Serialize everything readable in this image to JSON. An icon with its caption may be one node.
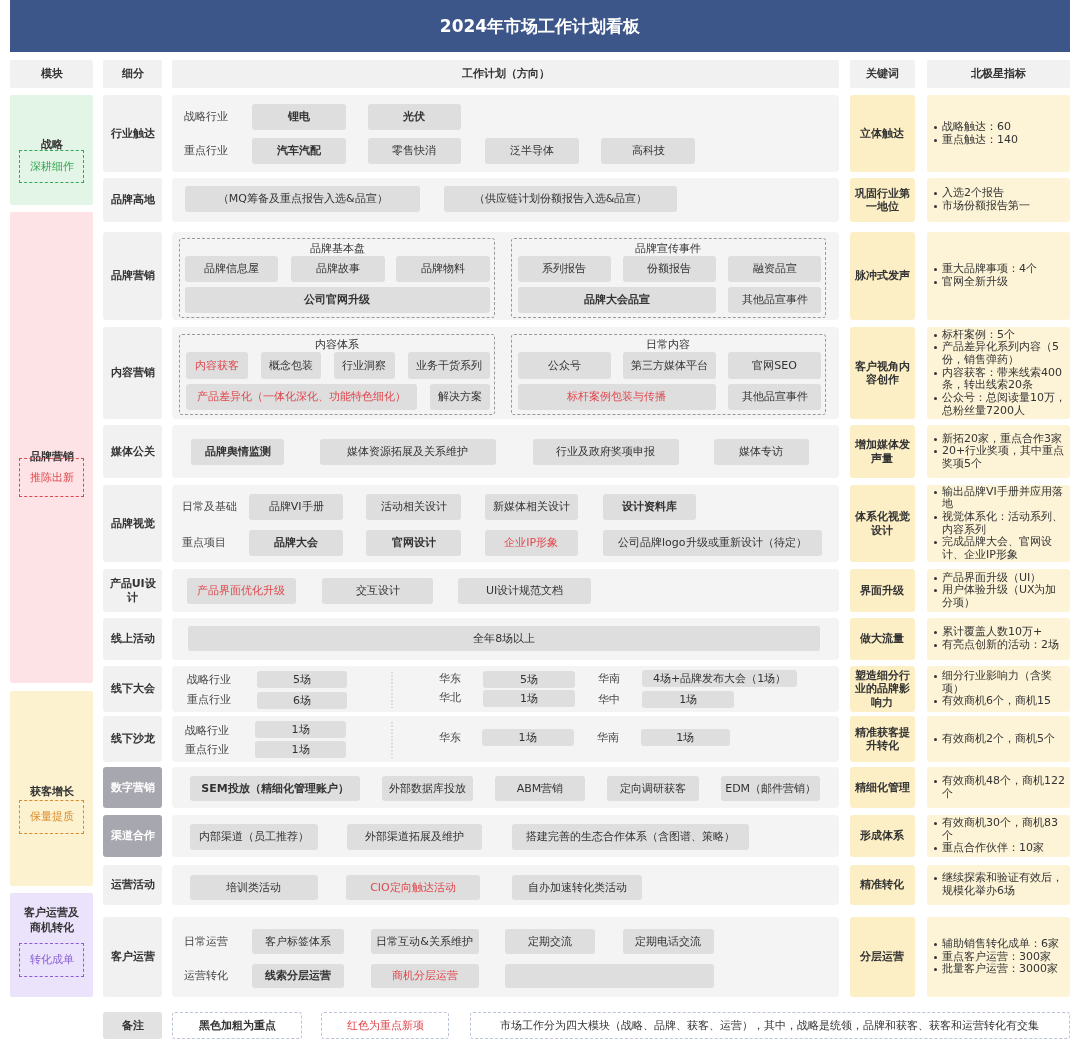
{
  "diagram": {
    "title": "2024年市场工作计划看板",
    "nodes": [
      {
        "text": [
          "模块"
        ]
      },
      {
        "text": [
          "细分"
        ]
      },
      {
        "text": [
          "工作计划（方向）"
        ]
      },
      {
        "text": [
          "关键词"
        ]
      },
      {
        "text": [
          "北极星指标"
        ]
      },
      {
        "text": [
          "战略"
        ]
      },
      {
        "text": [
          "深耕细作"
        ],
        "in": 5
      },
      {
        "text": [
          "行业触达"
        ]
      },
      {
        "text": [],
        "shape": "box"
      },
      {
        "text": [
          "锂电"
        ],
        "in": 8
      },
      {
        "text": [
          "光伏"
        ],
        "in": 8
      },
      {
        "text": [
          "汽车汽配"
        ],
        "in": 8
      },
      {
        "text": [
          "零售快消"
        ],
        "in": 8
      },
      {
        "text": [
          "泛半导体"
        ],
        "in": 8
      },
      {
        "text": [
          "高科技"
        ],
        "in": 8
      },
      {
        "text": [
          "立体触达"
        ]
      },
      {
        "text": [
          "战略触达：60",
          "重点触达：140"
        ]
      },
      {
        "text": [
          "品牌高地"
        ]
      },
      {
        "text": [],
        "shape": "box"
      },
      {
        "text": [
          "（MQ筹备及重点报告入选&品宣）"
        ],
        "in": 18
      },
      {
        "text": [
          "（供应链计划份额报告入选&品宣）"
        ],
        "in": 18
      },
      {
        "text": [
          "巩固行业第一地位"
        ]
      },
      {
        "text": [
          "入选2个报告",
          "市场份额报告第一"
        ]
      },
      {
        "text": [
          "品牌营销"
        ]
      },
      {
        "text": [
          "推陈出新"
        ],
        "in": 23
      },
      {
        "text": [
          "品牌营销"
        ]
      },
      {
        "text": [],
        "shape": "box"
      },
      {
        "text": [
          "品牌基本盘"
        ],
        "in": 26
      },
      {
        "text": [
          "品牌信息屋"
        ],
        "in": 27
      },
      {
        "text": [
          "品牌故事"
        ],
        "in": 27
      },
      {
        "text": [
          "品牌物料"
        ],
        "in": 27
      },
      {
        "text": [
          "公司官网升级"
        ],
        "in": 27
      },
      {
        "text": [
          "品牌宣传事件"
        ],
        "in": 26
      },
      {
        "text": [
          "系列报告"
        ],
        "in": 32
      },
      {
        "text": [
          "份额报告"
        ],
        "in": 32
      },
      {
        "text": [
          "融资品宣"
        ],
        "in": 32
      },
      {
        "text": [
          "品牌大会品宣"
        ],
        "in": 32
      },
      {
        "text": [
          "其他品宣事件"
        ],
        "in": 32
      },
      {
        "text": [
          "脉冲式发声"
        ]
      },
      {
        "text": [
          "重大品牌事项：4个",
          "官网全新升级"
        ]
      },
      {
        "text": [
          "内容营销"
        ]
      },
      {
        "text": [],
        "shape": "box"
      },
      {
        "text": [
          "内容体系"
        ],
        "in": 41
      },
      {
        "text": [
          "内容获客"
        ],
        "in": 42
      },
      {
        "text": [
          "概念包装"
        ],
        "in": 42
      },
      {
        "text": [
          "行业洞察"
        ],
        "in": 42
      },
      {
        "text": [
          "业务干货系列"
        ],
        "in": 42
      },
      {
        "text": [
          "产品差异化（一体化深化、功能特色细化）"
        ],
        "in": 42
      },
      {
        "text": [
          "解决方案"
        ],
        "in": 42
      },
      {
        "text": [
          "日常内容"
        ],
        "in": 41
      },
      {
        "text": [
          "公众号"
        ],
        "in": 49
      },
      {
        "text": [
          "第三方媒体平台"
        ],
        "in": 49
      },
      {
        "text": [
          "官网SEO"
        ],
        "in": 49
      },
      {
        "text": [
          "标杆案例包装与传播"
        ],
        "in": 49
      },
      {
        "text": [
          "其他品宣事件"
        ],
        "in": 49
      },
      {
        "text": [
          "客户视角内容创作"
        ]
      },
      {
        "text": [
          "标杆案例：5个",
          "产品差异化系列内容（5份，销售弹药）",
          "内容获客：带来线索400条，转出线索20条",
          "公众号：总阅读量10万，总粉丝量7200人"
        ]
      },
      {
        "text": [
          "媒体公关"
        ]
      },
      {
        "text": [],
        "shape": "box"
      },
      {
        "text": [
          "品牌舆情监测"
        ],
        "in": 58
      },
      {
        "text": [
          "媒体资源拓展及关系维护"
        ],
        "in": 58
      },
      {
        "text": [
          "行业及政府奖项申报"
        ],
        "in": 58
      },
      {
        "text": [
          "媒体专访"
        ],
        "in": 58
      },
      {
        "text": [
          "增加媒体发声量"
        ]
      },
      {
        "text": [
          "新拓20家，重点合作3家",
          "20+行业奖项，其中重点奖项5个"
        ]
      },
      {
        "text": [
          "品牌视觉"
        ]
      },
      {
        "text": [],
        "shape": "box"
      },
      {
        "text": [
          "品牌VI手册"
        ],
        "in": 66
      },
      {
        "text": [
          "活动相关设计"
        ],
        "in": 66
      },
      {
        "text": [
          "新媒体相关设计"
        ],
        "in": 66
      },
      {
        "text": [
          "设计资料库"
        ],
        "in": 66
      },
      {
        "text": [
          "品牌大会"
        ],
        "in": 66
      },
      {
        "text": [
          "官网设计"
        ],
        "in": 66
      },
      {
        "text": [
          "企业IP形象"
        ],
        "in": 66
      },
      {
        "text": [
          "公司品牌logo升级或重新设计（待定）"
        ],
        "in": 66
      },
      {
        "text": [
          "体系化视觉设计"
        ]
      },
      {
        "text": [
          "输出品牌VI手册并应用落地",
          "视觉体系化：活动系列、内容系列",
          "完成品牌大会、官网设计、企业IP形象"
        ]
      },
      {
        "text": [
          "产品UI设计"
        ]
      },
      {
        "text": [],
        "shape": "box"
      },
      {
        "text": [
          "产品界面优化升级"
        ],
        "in": 78
      },
      {
        "text": [
          "交互设计"
        ],
        "in": 78
      },
      {
        "text": [
          "UI设计规范文档"
        ],
        "in": 78
      },
      {
        "text": [
          "界面升级"
        ]
      },
      {
        "text": [
          "产品界面升级（UI）",
          "用户体验升级（UX为加分项）"
        ]
      },
      {
        "text": [
          "线上活动"
        ]
      },
      {
        "text": [],
        "shape": "box"
      },
      {
        "text": [
          "全年8场以上"
        ],
        "in": 85
      },
      {
        "text": [
          "做大流量"
        ]
      },
      {
        "text": [
          "累计覆盖人数10万+",
          "有亮点创新的活动：2场"
        ]
      },
      {
        "text": [
          "线下大会"
        ]
      },
      {
        "text": [],
        "shape": "box"
      },
      {
        "text": [
          "5场"
        ],
        "in": 90
      },
      {
        "text": [
          "5场"
        ],
        "in": 90
      },
      {
        "text": [
          "4场+品牌发布大会（1场）"
        ],
        "in": 90
      },
      {
        "text": [
          "6场"
        ],
        "in": 90
      },
      {
        "text": [
          "1场"
        ],
        "in": 90
      },
      {
        "text": [
          "1场"
        ],
        "in": 90
      },
      {
        "text": [
          "塑造细分行业的品牌影响力"
        ]
      },
      {
        "text": [
          "细分行业影响力（含奖项）",
          "有效商机6个，商机15"
        ]
      },
      {
        "text": [
          "线下沙龙"
        ]
      },
      {
        "text": [],
        "shape": "box"
      },
      {
        "text": [
          "1场"
        ],
        "in": 100
      },
      {
        "text": [
          "1场"
        ],
        "in": 100
      },
      {
        "text": [
          "1场"
        ],
        "in": 100
      },
      {
        "text": [
          "1场"
        ],
        "in": 100
      },
      {
        "text": [
          "精准获客提升转化"
        ]
      },
      {
        "text": [
          "有效商机2个，商机5个"
        ]
      },
      {
        "text": [
          "获客增长"
        ]
      },
      {
        "text": [
          "保量提质"
        ],
        "in": 107
      },
      {
        "text": [
          "数字营销"
        ]
      },
      {
        "text": [],
        "shape": "box"
      },
      {
        "text": [
          "SEM投放（精细化管理账户）"
        ],
        "in": 110
      },
      {
        "text": [
          "外部数据库投放"
        ],
        "in": 110
      },
      {
        "text": [
          "ABM营销"
        ],
        "in": 110
      },
      {
        "text": [
          "定向调研获客"
        ],
        "in": 110
      },
      {
        "text": [
          "EDM（邮件营销）"
        ],
        "in": 110
      },
      {
        "text": [
          "精细化管理"
        ]
      },
      {
        "text": [
          "有效商机48个，商机122个"
        ]
      },
      {
        "text": [
          "渠道合作"
        ]
      },
      {
        "text": [],
        "shape": "box"
      },
      {
        "text": [
          "内部渠道（员工推荐）"
        ],
        "in": 119
      },
      {
        "text": [
          "外部渠道拓展及维护"
        ],
        "in": 119
      },
      {
        "text": [
          "搭建完善的生态合作体系（含图谱、策略）"
        ],
        "in": 119
      },
      {
        "text": [
          "形成体系"
        ]
      },
      {
        "text": [
          "有效商机30个，商机83个",
          "重点合作伙伴：10家"
        ]
      },
      {
        "text": [
          "运营活动"
        ]
      },
      {
        "text": [],
        "shape": "box"
      },
      {
        "text": [
          "培训类活动"
        ],
        "in": 126
      },
      {
        "text": [
          "CIO定向触达活动"
        ],
        "in": 126
      },
      {
        "text": [
          "自办加速转化类活动"
        ],
        "in": 126
      },
      {
        "text": [
          "精准转化"
        ]
      },
      {
        "text": [
          "继续探索和验证有效后，规模化举办6场"
        ]
      },
      {
        "text": [
          "客户运营及商机转化"
        ]
      },
      {
        "text": [
          "转化成单"
        ],
        "in": 132
      },
      {
        "text": [
          "客户运营"
        ]
      },
      {
        "text": [],
        "shape": "box"
      },
      {
        "text": [
          "客户标签体系"
        ],
        "in": 135
      },
      {
        "text": [
          "日常互动&关系维护"
        ],
        "in": 135
      },
      {
        "text": [
          "定期交流"
        ],
        "in": 135
      },
      {
        "text": [
          "定期电话交流"
        ],
        "in": 135
      },
      {
        "text": [
          "线索分层运营"
        ],
        "in": 135
      },
      {
        "text": [
          "商机分层运营"
        ],
        "in": 135
      },
      {
        "text": [],
        "shape": "box",
        "in": 135
      },
      {
        "text": [
          "分层运营"
        ]
      },
      {
        "text": [
          "辅助销售转化成单：6家",
          "重点客户运营：300家",
          "批量客户运营：3000家"
        ]
      },
      {
        "text": [
          "备注"
        ]
      },
      {
        "text": [
          "黑色加粗为重点"
        ]
      },
      {
        "text": [
          "红色为重点新项"
        ]
      },
      {
        "text": [
          "市场工作分为四大模块（战略、品牌、获客、运营），其中，战略是统领，品牌和获客、获客和运营转化有交集"
        ]
      }
    ],
    "labels": [
      "战略行业",
      "重点行业",
      "日常及基础",
      "重点项目",
      "战略行业",
      "华东",
      "华南",
      "重点行业",
      "华北",
      "华中",
      "战略行业",
      "华东",
      "华南",
      "重点行业",
      "日常运营",
      "运营转化"
    ]
  }
}
